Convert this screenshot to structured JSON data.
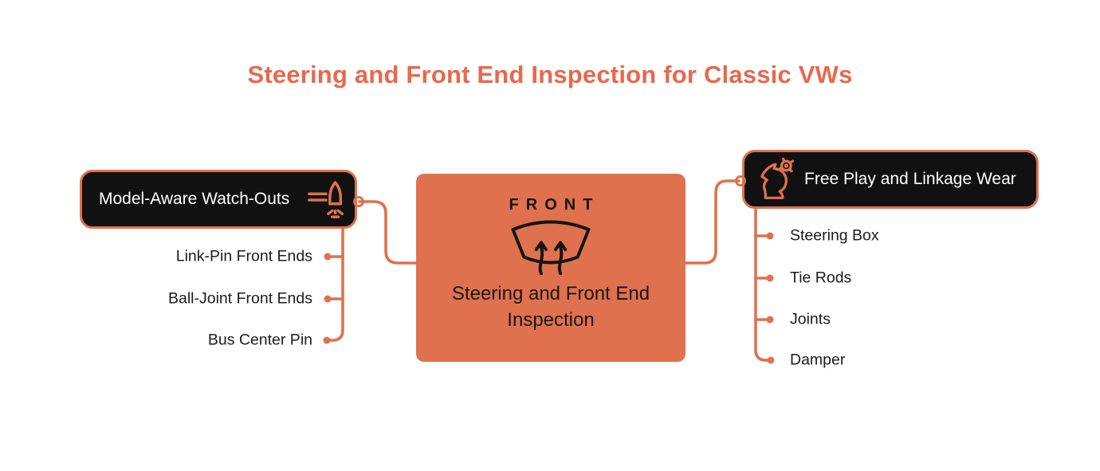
{
  "title": {
    "text": "Steering and Front End Inspection for Classic VWs"
  },
  "colors": {
    "accent_orange": "#E0714E",
    "title_orange": "#E7684E",
    "node_black": "#111111",
    "node_text_white": "#FFFFFF",
    "leaf_text_dark": "#1C1C1C"
  },
  "center_node": {
    "eyebrow": "FRONT",
    "icon": "windshield-defrost-icon",
    "label_line1": "Steering and Front End",
    "label_line2": "Inspection"
  },
  "left_branch": {
    "label": "Model-Aware Watch-Outs",
    "icon": "rocket-icon",
    "items": [
      "Link-Pin Front Ends",
      "Ball-Joint Front Ends",
      "Bus Center Pin"
    ]
  },
  "right_branch": {
    "label": "Free Play and Linkage Wear",
    "icon": "chess-knight-gear-icon",
    "items": [
      "Steering Box",
      "Tie Rods",
      "Joints",
      "Damper"
    ]
  }
}
